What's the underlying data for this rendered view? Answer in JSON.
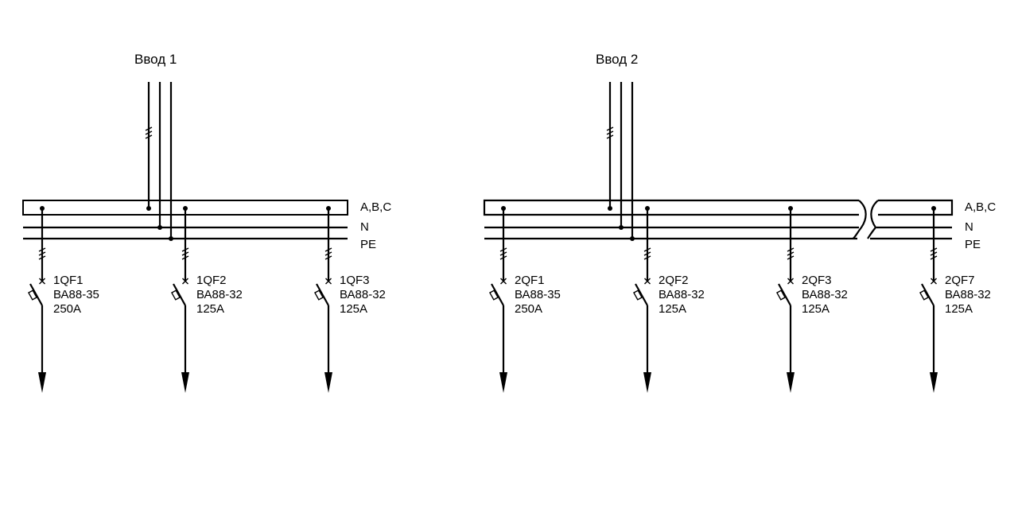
{
  "diagram": {
    "inputs": [
      {
        "title": "Ввод 1",
        "bus_labels": [
          "A,B,C",
          "N",
          "PE"
        ],
        "breakers": [
          {
            "id": "1QF1",
            "model": "ВА88-35",
            "rating": "250A"
          },
          {
            "id": "1QF2",
            "model": "ВА88-32",
            "rating": "125A"
          },
          {
            "id": "1QF3",
            "model": "ВА88-32",
            "rating": "125A"
          }
        ]
      },
      {
        "title": "Ввод 2",
        "bus_labels": [
          "A,B,C",
          "N",
          "PE"
        ],
        "breakers": [
          {
            "id": "2QF1",
            "model": "ВА88-35",
            "rating": "250A"
          },
          {
            "id": "2QF2",
            "model": "ВА88-32",
            "rating": "125A"
          },
          {
            "id": "2QF3",
            "model": "ВА88-32",
            "rating": "125A"
          },
          {
            "id": "2QF7",
            "model": "ВА88-32",
            "rating": "125A"
          }
        ]
      }
    ]
  }
}
